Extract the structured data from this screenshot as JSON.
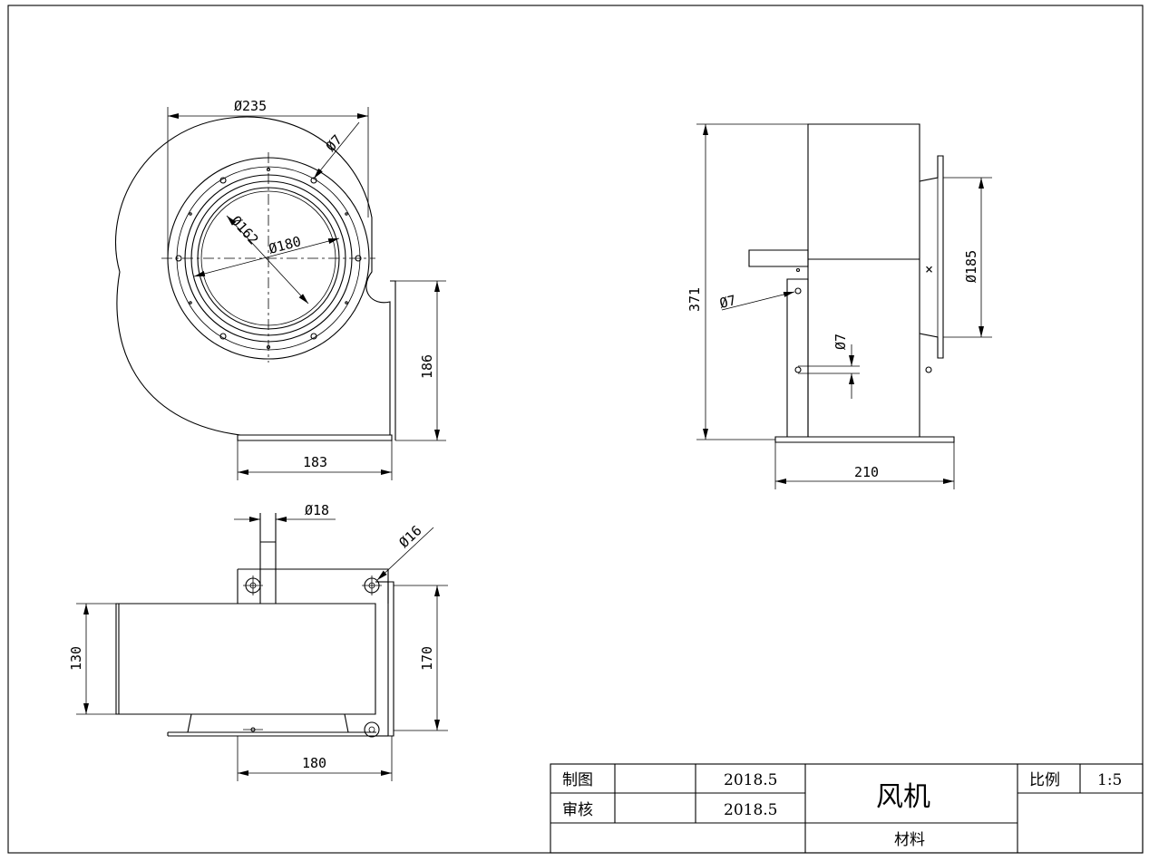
{
  "title_block": {
    "drawn_label": "制图",
    "drawn_date": "2018.5",
    "checked_label": "审核",
    "checked_date": "2018.5",
    "part_name": "风机",
    "scale_label": "比例",
    "scale_value": "1:5",
    "material_label": "材料"
  },
  "dimensions": {
    "outer_flange_dia": "Ø235",
    "bolt_hole_front": "Ø7",
    "inlet_dia_162": "Ø162",
    "inlet_dia_180": "Ø180",
    "base_height": "186",
    "base_width": "183",
    "side_height": "371",
    "side_outlet_dia": "Ø185",
    "side_hole_left": "Ø7",
    "side_hole_mid": "Ø7",
    "side_base_width": "210",
    "top_shaft_dia": "Ø18",
    "top_hole_dia": "Ø16",
    "top_body_height": "130",
    "top_mount_height": "170",
    "top_width": "180"
  }
}
